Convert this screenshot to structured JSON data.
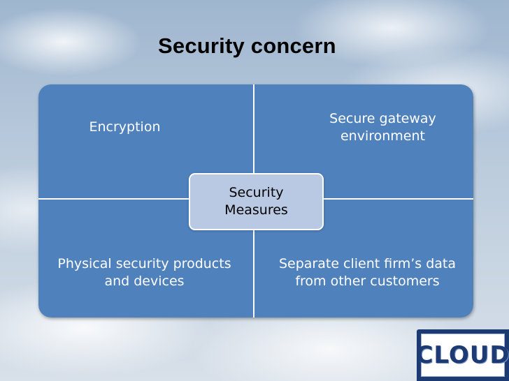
{
  "title": "Security concern",
  "diagram": {
    "center": "Security\nMeasures",
    "quadrants": {
      "top_left": "Encryption",
      "top_right": "Secure gateway\nenvironment",
      "bottom_left": "Physical security products\nand devices",
      "bottom_right": "Separate client firm’s data\nfrom other customers"
    },
    "colors": {
      "quadrant": "#4f81bd",
      "center": "#b9c9e3"
    }
  },
  "logo": {
    "text": "CLOUD"
  }
}
